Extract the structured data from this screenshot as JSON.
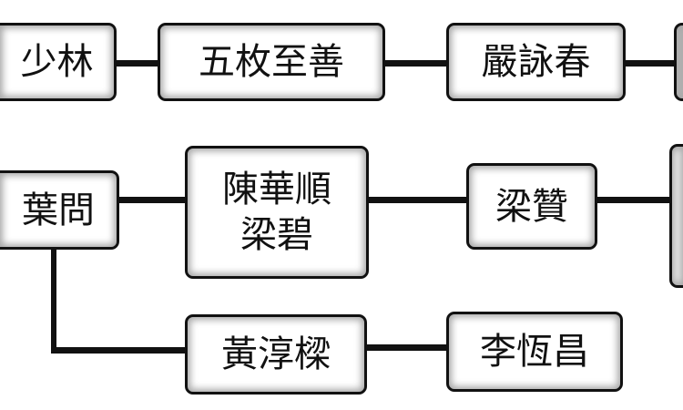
{
  "nodes": {
    "shaolin": "少林",
    "ng_mui": "五枚至善",
    "yim_wing_chun": "嚴詠春",
    "ip_man": "葉問",
    "chan_wah_shun": "陳華順",
    "leung_bik": "梁碧",
    "leung_jan": "梁贊",
    "wong_shun_leung": "黃淳樑",
    "lee_hang_cheong": "李恆昌"
  }
}
